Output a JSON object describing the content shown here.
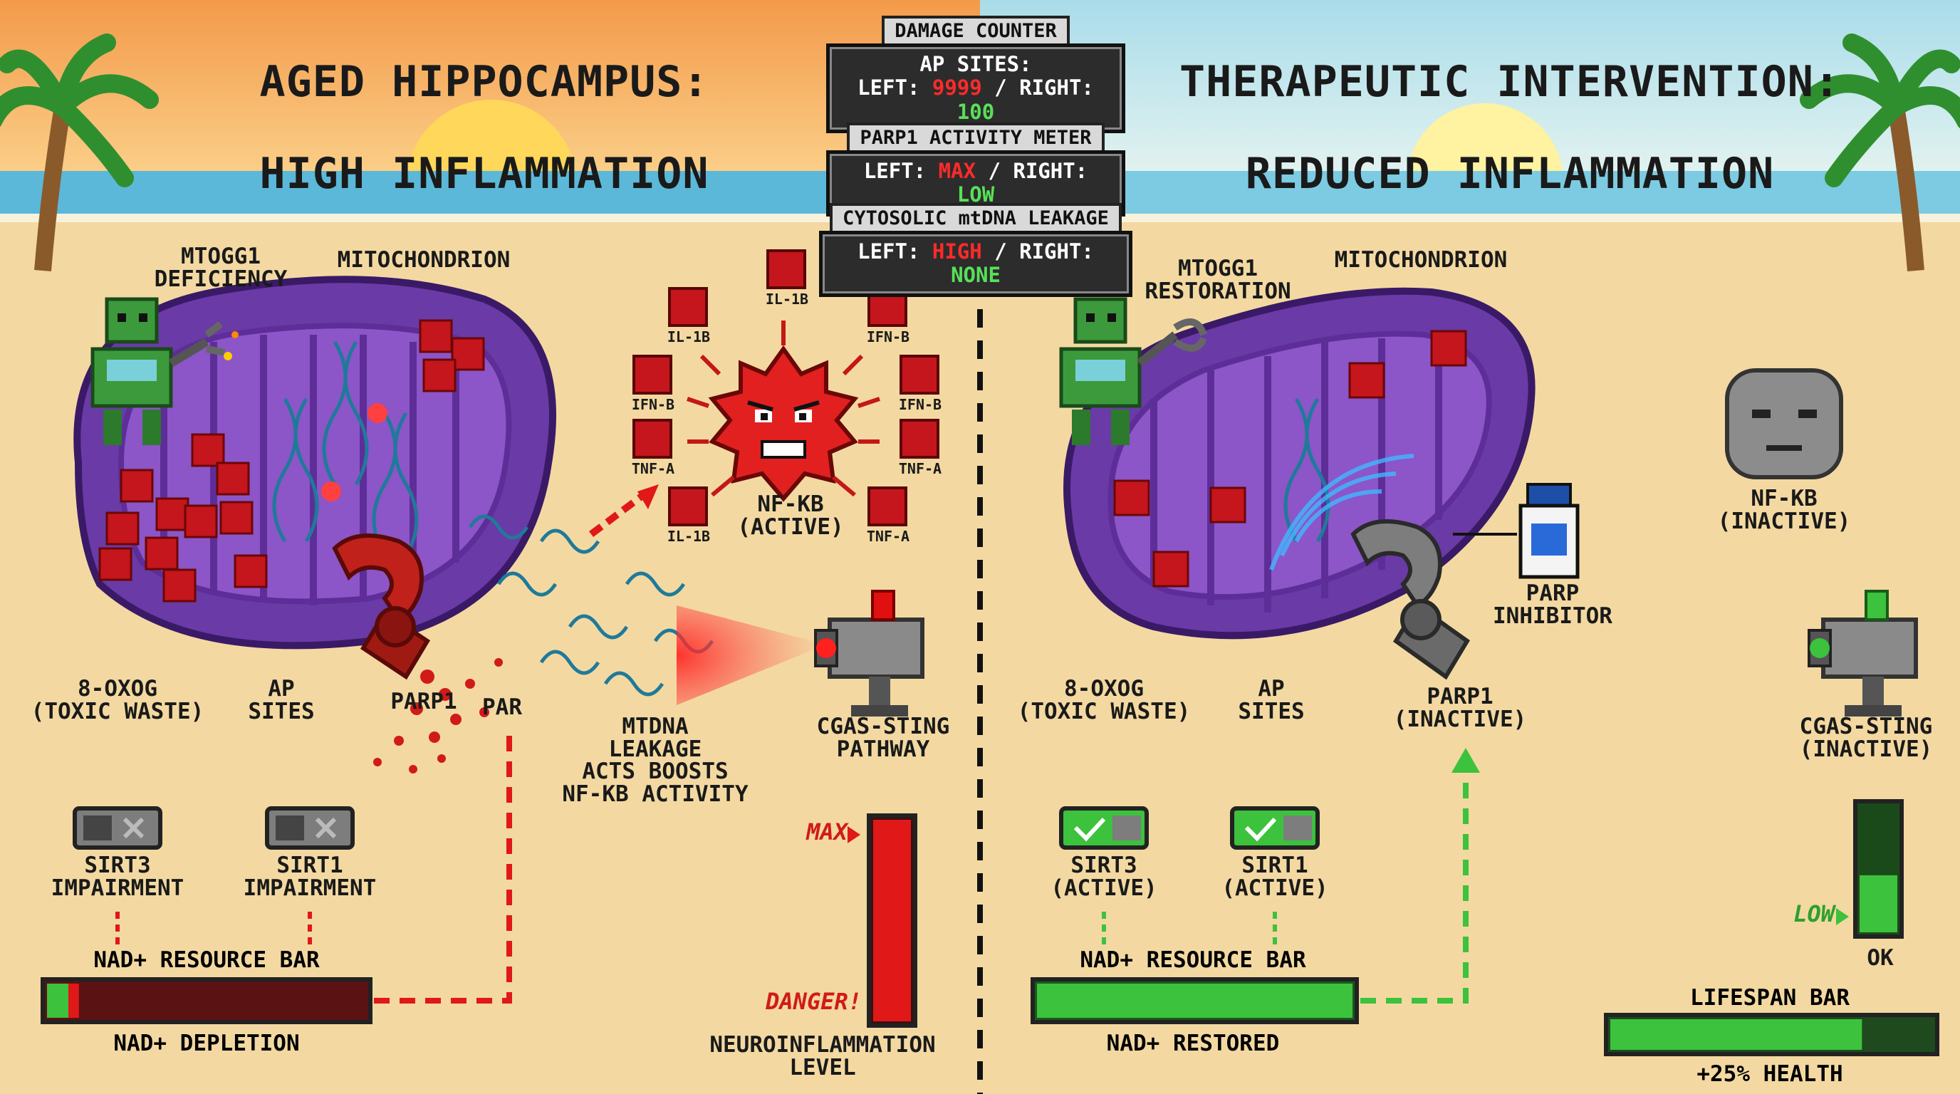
{
  "left": {
    "title_line1": "AGED HIPPOCAMPUS:",
    "title_line2": "HIGH INFLAMMATION",
    "mtogg1": "mtOGG1\nDEFICIENCY",
    "mitochondrion": "MITOCHONDRION",
    "oxog": "8-oxoG\n(TOXIC WASTE)",
    "ap_sites": "AP\nSITES",
    "parp1": "PARP1",
    "par": "PAR",
    "mtdna": "mtDNA\nLEAKAGE\nACTS BOOSTS\nNF-κB ACTIVITY",
    "nfkb": "NF-κB\n(ACTIVE)",
    "cgas": "cGAS-STING\nPATHWAY",
    "sirt3": "SIRT3\nIMPAIRMENT",
    "sirt1": "SIRT1\nIMPAIRMENT",
    "nad_title": "NAD+ RESOURCE BAR",
    "nad_caption": "NAD+ DEPLETION",
    "meter_max": "MAX",
    "meter_danger": "DANGER!",
    "meter_caption": "NEUROINFLAMMATION\nLEVEL"
  },
  "cytokines": [
    "IL-1β",
    "IFN-β",
    "IFN-β",
    "TNF-α",
    "TNF-α",
    "IL-1β",
    "TNF-α",
    "IFN-β",
    "IL-1β"
  ],
  "hud": {
    "damage_title": "DAMAGE COUNTER",
    "damage_line1": "AP SITES:",
    "damage_left_prefix": "LEFT: ",
    "damage_left": "9999",
    "damage_right_prefix": " / RIGHT: ",
    "damage_right": "100",
    "parp_title": "PARP1 ACTIVITY METER",
    "parp_left_prefix": "LEFT: ",
    "parp_left": "MAX",
    "parp_right_prefix": " / RIGHT: ",
    "parp_right": "LOW",
    "mtdna_title": "CYTOSOLIC mtDNA LEAKAGE",
    "mtdna_left_prefix": "LEFT: ",
    "mtdna_left": "HIGH",
    "mtdna_right_prefix": " / RIGHT: ",
    "mtdna_right": "NONE"
  },
  "right": {
    "title_line1": "THERAPEUTIC INTERVENTION:",
    "title_line2": "REDUCED INFLAMMATION",
    "mtogg1": "mtOGG1\nRESTORATION",
    "mitochondrion": "MITOCHONDRION",
    "oxog": "8-oxoG\n(TOXIC WASTE)",
    "ap_sites": "AP\nSITES",
    "parp1": "PARP1\n(INACTIVE)",
    "parp_inhibitor": "PARP\nINHIBITOR",
    "nfkb": "NF-κB\n(INACTIVE)",
    "cgas": "cGAS-STING\n(INACTIVE)",
    "sirt3": "SIRT3\n(ACTIVE)",
    "sirt1": "SIRT1\n(ACTIVE)",
    "nad_title": "NAD+ RESOURCE BAR",
    "nad_caption": "NAD+ RESTORED",
    "meter_low": "LOW",
    "meter_ok": "OK",
    "lifespan_title": "LIFESPAN BAR",
    "lifespan_caption": "+25% HEALTH"
  },
  "levels": {
    "left_nad": 0.1,
    "right_nad": 1.0,
    "left_inflammation": 1.0,
    "right_inflammation": 0.45,
    "lifespan": 0.78
  },
  "colors": {
    "sand": "#f3d9a1",
    "sky_left": "#f7b46a",
    "sky_right": "#bfe4ee",
    "mito": "#7a3fae",
    "toxic": "#c4161c",
    "parp_active": "#c0211b",
    "parp_inactive": "#7d7d7d",
    "good": "#3cc23c",
    "bad": "#d11a1a"
  }
}
